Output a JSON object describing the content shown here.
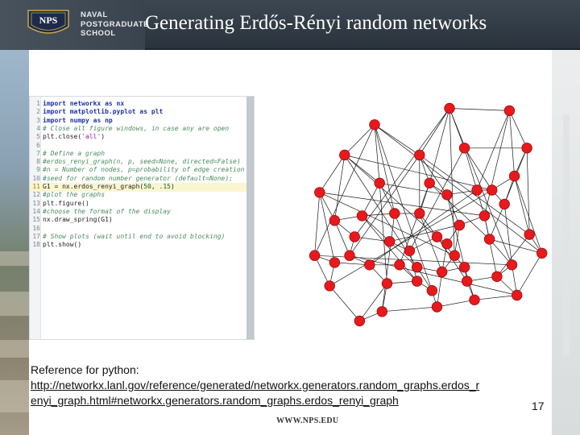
{
  "header": {
    "logo_badge": "NPS",
    "logo_lines": [
      "NAVAL",
      "POSTGRADUATE",
      "SCHOOL"
    ],
    "title": "Generating Erdős-Rényi random networks"
  },
  "code": {
    "lines": [
      {
        "n": "1",
        "tokens": [
          [
            "kw",
            "import "
          ],
          [
            "mod",
            "networkx "
          ],
          [
            "kw",
            "as "
          ],
          [
            "mod",
            "nx"
          ]
        ]
      },
      {
        "n": "2",
        "tokens": [
          [
            "kw",
            "import "
          ],
          [
            "mod",
            "matplotlib.pyplot "
          ],
          [
            "kw",
            "as "
          ],
          [
            "mod",
            "plt"
          ]
        ]
      },
      {
        "n": "3",
        "tokens": [
          [
            "kw",
            "import "
          ],
          [
            "mod",
            "numpy "
          ],
          [
            "kw",
            "as "
          ],
          [
            "mod",
            "np"
          ]
        ]
      },
      {
        "n": "4",
        "tokens": [
          [
            "cm",
            "# Close all figure windows, in case any are open"
          ]
        ]
      },
      {
        "n": "5",
        "tokens": [
          [
            "tx",
            "plt.close("
          ],
          [
            "st",
            "'all'"
          ],
          [
            "tx",
            ")"
          ]
        ]
      },
      {
        "n": "6",
        "tokens": []
      },
      {
        "n": "7",
        "tokens": [
          [
            "cm",
            "# Define a graph"
          ]
        ]
      },
      {
        "n": "8",
        "tokens": [
          [
            "cm",
            "#erdos_renyi_graph(n, p, seed=None, directed=False)"
          ]
        ]
      },
      {
        "n": "9",
        "tokens": [
          [
            "cm",
            "#n = Number of nodes, p=probability of edge creation"
          ]
        ]
      },
      {
        "n": "10",
        "tokens": [
          [
            "cm",
            "#seed for random number generator (default=None);"
          ]
        ]
      },
      {
        "n": "11",
        "tokens": [
          [
            "tx",
            "G1 = nx.erdos_renyi_graph("
          ],
          [
            "nm",
            "50"
          ],
          [
            "tx",
            ", "
          ],
          [
            "nm",
            ".15"
          ],
          [
            "tx",
            ")"
          ]
        ],
        "highlight": true
      },
      {
        "n": "12",
        "tokens": [
          [
            "cm",
            "#plot the graphs"
          ]
        ]
      },
      {
        "n": "13",
        "tokens": [
          [
            "tx",
            "plt.figure()"
          ]
        ]
      },
      {
        "n": "14",
        "tokens": [
          [
            "cm",
            "#choose the format of the display"
          ]
        ]
      },
      {
        "n": "15",
        "tokens": [
          [
            "tx",
            "nx.draw_spring(G1)"
          ]
        ]
      },
      {
        "n": "16",
        "tokens": []
      },
      {
        "n": "17",
        "tokens": [
          [
            "cm",
            "# Show plots (wait until end to avoid blocking)"
          ]
        ]
      },
      {
        "n": "18",
        "tokens": [
          [
            "tx",
            "plt.show()"
          ]
        ]
      }
    ]
  },
  "colors": {
    "node_fill": "#e8191c",
    "node_stroke": "#9a0c0e",
    "edge": "#1a1a1a",
    "header_bg": "#333d47"
  },
  "graph": {
    "nodes": [
      [
        0.3,
        0.12
      ],
      [
        0.6,
        0.05
      ],
      [
        0.84,
        0.06
      ],
      [
        0.18,
        0.25
      ],
      [
        0.48,
        0.25
      ],
      [
        0.66,
        0.22
      ],
      [
        0.91,
        0.22
      ],
      [
        0.08,
        0.41
      ],
      [
        0.32,
        0.37
      ],
      [
        0.52,
        0.37
      ],
      [
        0.59,
        0.42
      ],
      [
        0.71,
        0.4
      ],
      [
        0.77,
        0.4
      ],
      [
        0.86,
        0.34
      ],
      [
        0.14,
        0.53
      ],
      [
        0.25,
        0.51
      ],
      [
        0.38,
        0.5
      ],
      [
        0.48,
        0.5
      ],
      [
        0.64,
        0.55
      ],
      [
        0.74,
        0.51
      ],
      [
        0.82,
        0.46
      ],
      [
        0.06,
        0.68
      ],
      [
        0.2,
        0.68
      ],
      [
        0.36,
        0.62
      ],
      [
        0.44,
        0.66
      ],
      [
        0.55,
        0.6
      ],
      [
        0.62,
        0.68
      ],
      [
        0.76,
        0.61
      ],
      [
        0.97,
        0.67
      ],
      [
        0.14,
        0.71
      ],
      [
        0.28,
        0.72
      ],
      [
        0.47,
        0.73
      ],
      [
        0.57,
        0.75
      ],
      [
        0.66,
        0.73
      ],
      [
        0.85,
        0.72
      ],
      [
        0.92,
        0.59
      ],
      [
        0.35,
        0.8
      ],
      [
        0.47,
        0.79
      ],
      [
        0.53,
        0.83
      ],
      [
        0.7,
        0.87
      ],
      [
        0.87,
        0.85
      ],
      [
        0.55,
        0.9
      ],
      [
        0.12,
        0.81
      ],
      [
        0.33,
        0.92
      ],
      [
        0.67,
        0.79
      ],
      [
        0.79,
        0.77
      ],
      [
        0.4,
        0.72
      ],
      [
        0.22,
        0.6
      ],
      [
        0.59,
        0.63
      ],
      [
        0.24,
        0.96
      ]
    ],
    "edges": [
      [
        0,
        3
      ],
      [
        0,
        8
      ],
      [
        0,
        4
      ],
      [
        0,
        16
      ],
      [
        0,
        21
      ],
      [
        0,
        38
      ],
      [
        1,
        4
      ],
      [
        1,
        5
      ],
      [
        1,
        2
      ],
      [
        1,
        9
      ],
      [
        1,
        34
      ],
      [
        1,
        26
      ],
      [
        2,
        6
      ],
      [
        2,
        13
      ],
      [
        2,
        11
      ],
      [
        2,
        19
      ],
      [
        3,
        7
      ],
      [
        3,
        14
      ],
      [
        3,
        8
      ],
      [
        3,
        25
      ],
      [
        3,
        31
      ],
      [
        4,
        9
      ],
      [
        4,
        10
      ],
      [
        4,
        17
      ],
      [
        4,
        22
      ],
      [
        5,
        11
      ],
      [
        5,
        12
      ],
      [
        5,
        6
      ],
      [
        5,
        24
      ],
      [
        6,
        13
      ],
      [
        6,
        20
      ],
      [
        6,
        35
      ],
      [
        7,
        14
      ],
      [
        7,
        21
      ],
      [
        7,
        29
      ],
      [
        7,
        19
      ],
      [
        8,
        15
      ],
      [
        8,
        16
      ],
      [
        8,
        10
      ],
      [
        8,
        36
      ],
      [
        9,
        10
      ],
      [
        9,
        17
      ],
      [
        9,
        27
      ],
      [
        9,
        46
      ],
      [
        10,
        11
      ],
      [
        10,
        18
      ],
      [
        10,
        33
      ],
      [
        11,
        12
      ],
      [
        11,
        19
      ],
      [
        11,
        30
      ],
      [
        12,
        13
      ],
      [
        12,
        20
      ],
      [
        12,
        42
      ],
      [
        13,
        20
      ],
      [
        13,
        35
      ],
      [
        13,
        28
      ],
      [
        14,
        15
      ],
      [
        14,
        22
      ],
      [
        14,
        47
      ],
      [
        15,
        16
      ],
      [
        15,
        23
      ],
      [
        15,
        37
      ],
      [
        16,
        17
      ],
      [
        16,
        24
      ],
      [
        16,
        43
      ],
      [
        17,
        25
      ],
      [
        17,
        32
      ],
      [
        18,
        19
      ],
      [
        18,
        26
      ],
      [
        18,
        48
      ],
      [
        18,
        23
      ],
      [
        19,
        27
      ],
      [
        19,
        45
      ],
      [
        20,
        27
      ],
      [
        20,
        34
      ],
      [
        21,
        29
      ],
      [
        21,
        42
      ],
      [
        22,
        30
      ],
      [
        22,
        47
      ],
      [
        22,
        40
      ],
      [
        23,
        24
      ],
      [
        23,
        31
      ],
      [
        24,
        25
      ],
      [
        24,
        37
      ],
      [
        25,
        26
      ],
      [
        25,
        48
      ],
      [
        25,
        44
      ],
      [
        26,
        33
      ],
      [
        26,
        32
      ],
      [
        27,
        34
      ],
      [
        27,
        28
      ],
      [
        28,
        35
      ],
      [
        28,
        40
      ],
      [
        29,
        30
      ],
      [
        29,
        42
      ],
      [
        30,
        36
      ],
      [
        30,
        46
      ],
      [
        31,
        32
      ],
      [
        31,
        38
      ],
      [
        32,
        33
      ],
      [
        32,
        41
      ],
      [
        33,
        44
      ],
      [
        33,
        39
      ],
      [
        34,
        45
      ],
      [
        34,
        40
      ],
      [
        35,
        45
      ],
      [
        36,
        43
      ],
      [
        36,
        37
      ],
      [
        37,
        38
      ],
      [
        38,
        41
      ],
      [
        39,
        41
      ],
      [
        39,
        44
      ],
      [
        39,
        40
      ],
      [
        40,
        45
      ],
      [
        41,
        43
      ],
      [
        42,
        49
      ],
      [
        43,
        49
      ],
      [
        44,
        45
      ],
      [
        46,
        37
      ],
      [
        47,
        23
      ],
      [
        48,
        32
      ],
      [
        49,
        36
      ],
      [
        3,
        12
      ],
      [
        0,
        28
      ],
      [
        4,
        35
      ],
      [
        7,
        26
      ],
      [
        21,
        34
      ],
      [
        1,
        47
      ]
    ]
  },
  "reference": {
    "label": "Reference for python:",
    "link_line1": "http://networkx.lanl.gov/reference/generated/networkx.generators.random_graphs.erdos_r",
    "link_line2": "enyi_graph.html#networkx.generators.random_graphs.erdos_renyi_graph"
  },
  "slide": {
    "page_number": "17",
    "footer": "WWW.NPS.EDU"
  }
}
